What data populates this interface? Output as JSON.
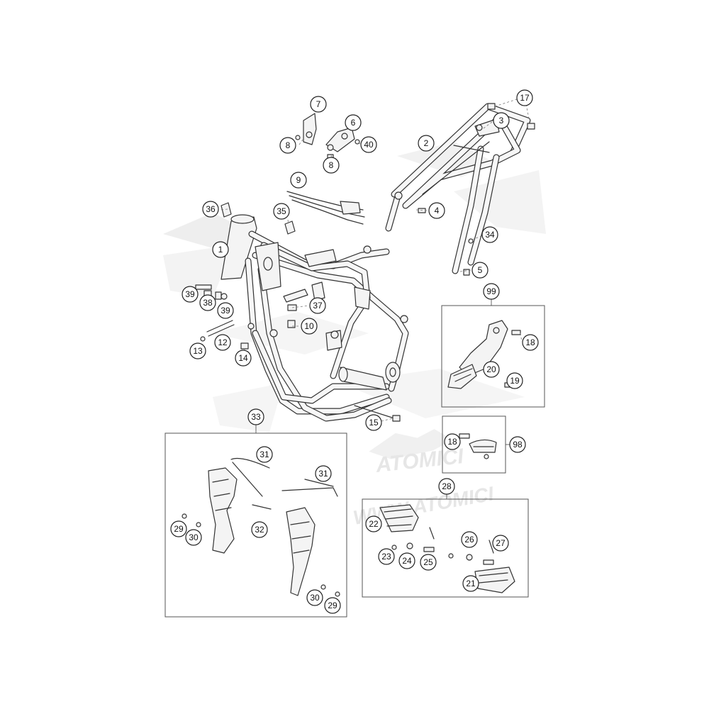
{
  "colors": {
    "background": "#ffffff",
    "line": "#333333",
    "watermark": "#e6e6e6"
  },
  "watermark": {
    "text": "WWW.ATOMICI",
    "logo_text": "ATOMICI"
  },
  "groups": [
    {
      "id": "group-99",
      "label": "99"
    },
    {
      "id": "group-98",
      "label": "98"
    },
    {
      "id": "group-33",
      "label": "33"
    },
    {
      "id": "group-28",
      "label": "28"
    }
  ],
  "callouts": [
    {
      "id": "c-1",
      "label": "1"
    },
    {
      "id": "c-2",
      "label": "2"
    },
    {
      "id": "c-3",
      "label": "3"
    },
    {
      "id": "c-4",
      "label": "4"
    },
    {
      "id": "c-5",
      "label": "5"
    },
    {
      "id": "c-6",
      "label": "6"
    },
    {
      "id": "c-7",
      "label": "7"
    },
    {
      "id": "c-8a",
      "label": "8"
    },
    {
      "id": "c-8b",
      "label": "8"
    },
    {
      "id": "c-9",
      "label": "9"
    },
    {
      "id": "c-10",
      "label": "10"
    },
    {
      "id": "c-12",
      "label": "12"
    },
    {
      "id": "c-13",
      "label": "13"
    },
    {
      "id": "c-14",
      "label": "14"
    },
    {
      "id": "c-15",
      "label": "15"
    },
    {
      "id": "c-17",
      "label": "17"
    },
    {
      "id": "c-18a",
      "label": "18"
    },
    {
      "id": "c-18b",
      "label": "18"
    },
    {
      "id": "c-19",
      "label": "19"
    },
    {
      "id": "c-20",
      "label": "20"
    },
    {
      "id": "c-21",
      "label": "21"
    },
    {
      "id": "c-22",
      "label": "22"
    },
    {
      "id": "c-23",
      "label": "23"
    },
    {
      "id": "c-24",
      "label": "24"
    },
    {
      "id": "c-25",
      "label": "25"
    },
    {
      "id": "c-26",
      "label": "26"
    },
    {
      "id": "c-27",
      "label": "27"
    },
    {
      "id": "c-29a",
      "label": "29"
    },
    {
      "id": "c-29b",
      "label": "29"
    },
    {
      "id": "c-30a",
      "label": "30"
    },
    {
      "id": "c-30b",
      "label": "30"
    },
    {
      "id": "c-31a",
      "label": "31"
    },
    {
      "id": "c-31b",
      "label": "31"
    },
    {
      "id": "c-32",
      "label": "32"
    },
    {
      "id": "c-34",
      "label": "34"
    },
    {
      "id": "c-35",
      "label": "35"
    },
    {
      "id": "c-36",
      "label": "36"
    },
    {
      "id": "c-37",
      "label": "37"
    },
    {
      "id": "c-38",
      "label": "38"
    },
    {
      "id": "c-39a",
      "label": "39"
    },
    {
      "id": "c-39b",
      "label": "39"
    },
    {
      "id": "c-40",
      "label": "40"
    }
  ]
}
